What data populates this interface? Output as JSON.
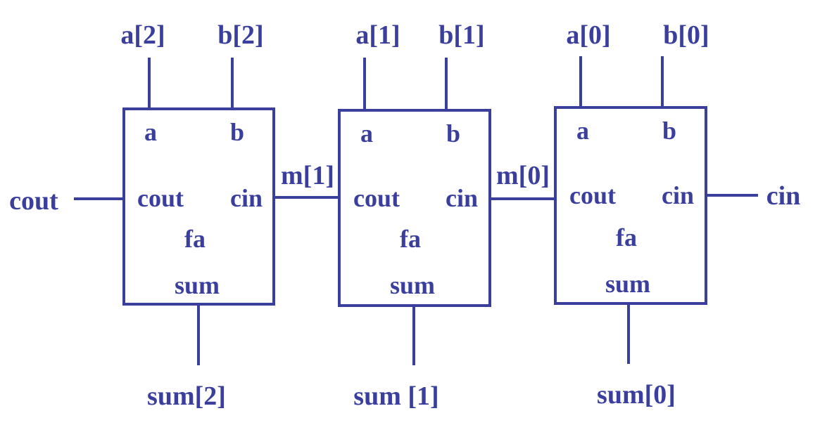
{
  "diagram": {
    "colors": {
      "stroke": "#3a3f9e",
      "text": "#3a3f9e",
      "background": "#ffffff"
    },
    "external": {
      "cout_out": "cout",
      "cin_in": "cin"
    },
    "carry_signals": [
      "m[1]",
      "m[0]"
    ],
    "blocks": [
      {
        "name": "fa",
        "ports": {
          "a": "a",
          "b": "b",
          "cout": "cout",
          "cin": "cin",
          "sum": "sum"
        },
        "inputs": {
          "a": "a[2]",
          "b": "b[2]"
        },
        "output": "sum[2]"
      },
      {
        "name": "fa",
        "ports": {
          "a": "a",
          "b": "b",
          "cout": "cout",
          "cin": "cin",
          "sum": "sum"
        },
        "inputs": {
          "a": "a[1]",
          "b": "b[1]"
        },
        "output": "sum [1]"
      },
      {
        "name": "fa",
        "ports": {
          "a": "a",
          "b": "b",
          "cout": "cout",
          "cin": "cin",
          "sum": "sum"
        },
        "inputs": {
          "a": "a[0]",
          "b": "b[0]"
        },
        "output": "sum[0]"
      }
    ]
  }
}
